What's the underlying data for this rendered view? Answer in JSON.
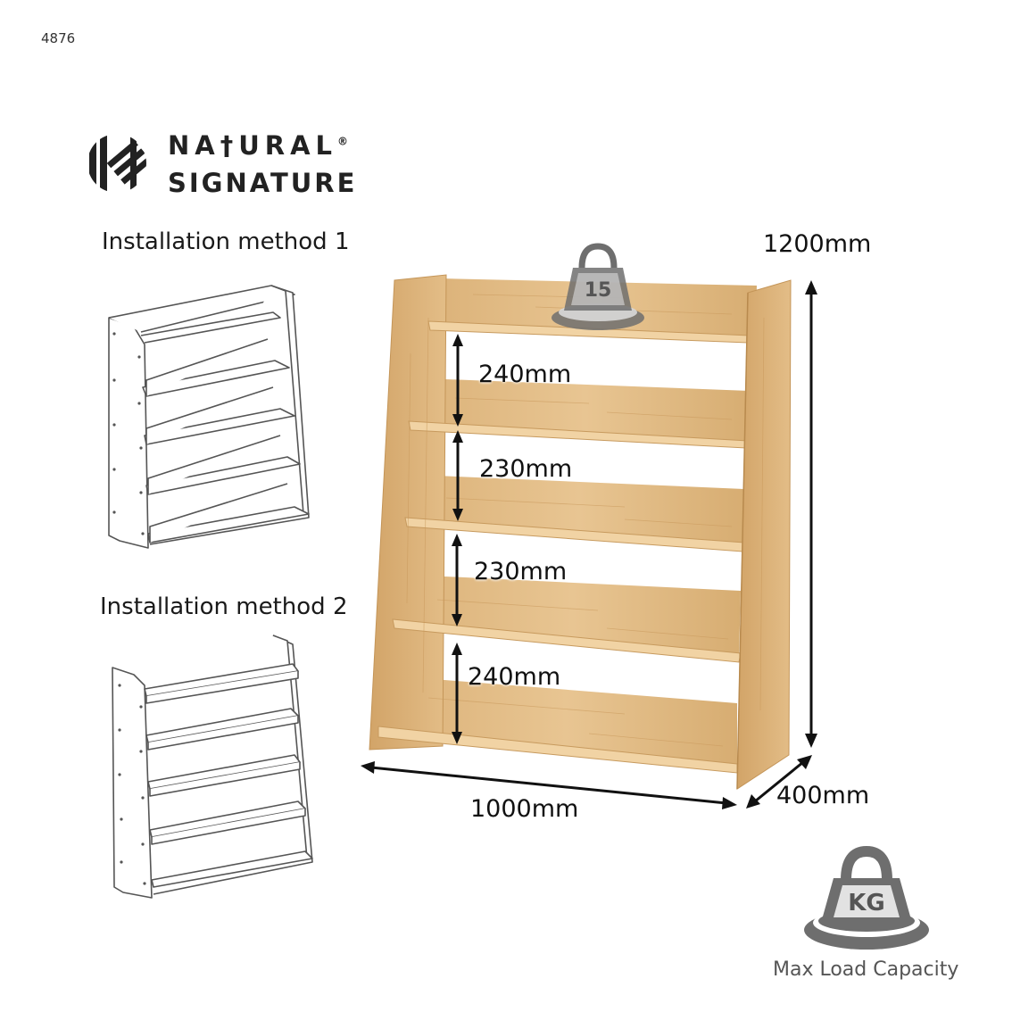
{
  "product_code": "4876",
  "brand": {
    "line1": "NA†URAL",
    "line2": "SIGNATURE",
    "registered": "®"
  },
  "install": {
    "method1": "Installation method 1",
    "method2": "Installation method 2"
  },
  "dimensions": {
    "height": "1200mm",
    "gap1": "240mm",
    "gap2": "230mm",
    "gap3": "230mm",
    "gap4": "240mm",
    "width": "1000mm",
    "depth": "400mm"
  },
  "load": {
    "per_shelf": "15",
    "unit_icon": "KG",
    "caption": "Max Load Capacity"
  },
  "colors": {
    "wood": "#e2bc86",
    "wood_dark": "#c99a5e",
    "outline": "#555555",
    "weight_icon": "#6e6e6e"
  }
}
